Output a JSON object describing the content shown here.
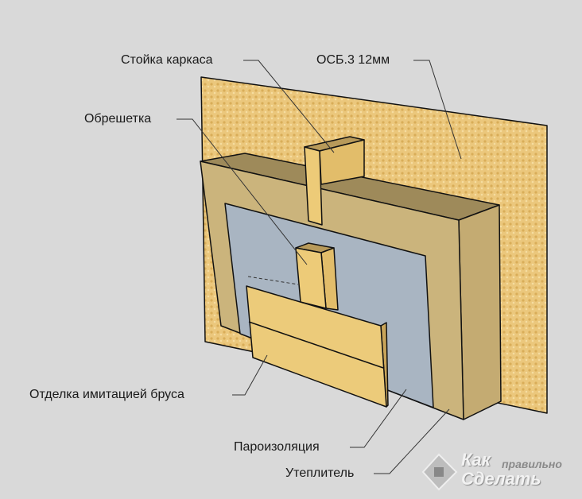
{
  "labels": {
    "stud": "Стойка каркаса",
    "osb": "ОСБ.3 12мм",
    "batten": "Обрешетка",
    "finish": "Отделка имитацией бруса",
    "vapor": "Пароизоляция",
    "insulation": "Утеплитель"
  },
  "logo": {
    "line1": "Как",
    "line2": "правильно",
    "line3": "Сделать"
  },
  "colors": {
    "background": "#d9d9d9",
    "osb": "#e8c57a",
    "insulation": "#c9b27a",
    "vapor_barrier": "#a9b5c2",
    "wood": "#e9c56e"
  }
}
